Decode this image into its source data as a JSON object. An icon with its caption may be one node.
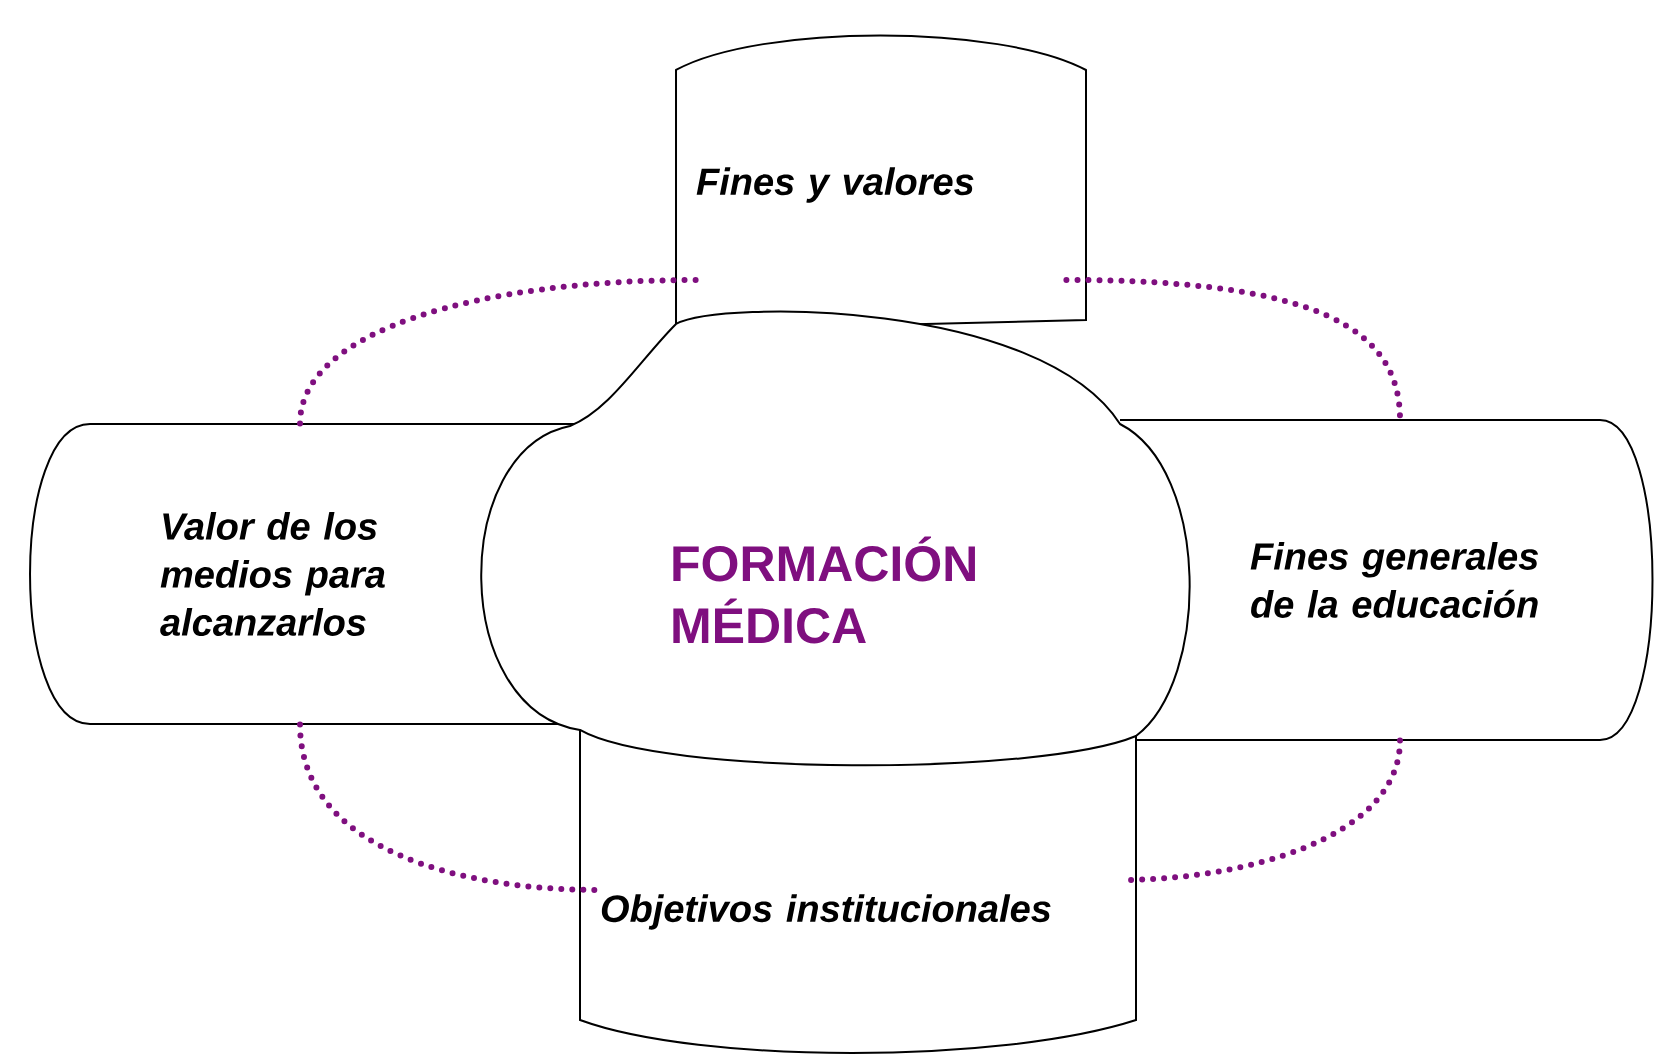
{
  "diagram": {
    "nodes": [
      {
        "text": [
          "FORMACIÓN MÉDICA"
        ]
      },
      {
        "text": [
          "Fines y valores"
        ]
      },
      {
        "text": [
          "Valor de los medios para alcanzarlos"
        ]
      },
      {
        "text": [
          "Fines generales de la educación"
        ]
      },
      {
        "text": [
          "Objetivos institucionales"
        ]
      }
    ],
    "edges": [
      {
        "from": 1,
        "to": 2,
        "arrow": "none"
      },
      {
        "from": 1,
        "to": 3,
        "arrow": "none"
      },
      {
        "from": 2,
        "to": 4,
        "arrow": "none"
      },
      {
        "from": 3,
        "to": 4,
        "arrow": "none"
      }
    ]
  }
}
